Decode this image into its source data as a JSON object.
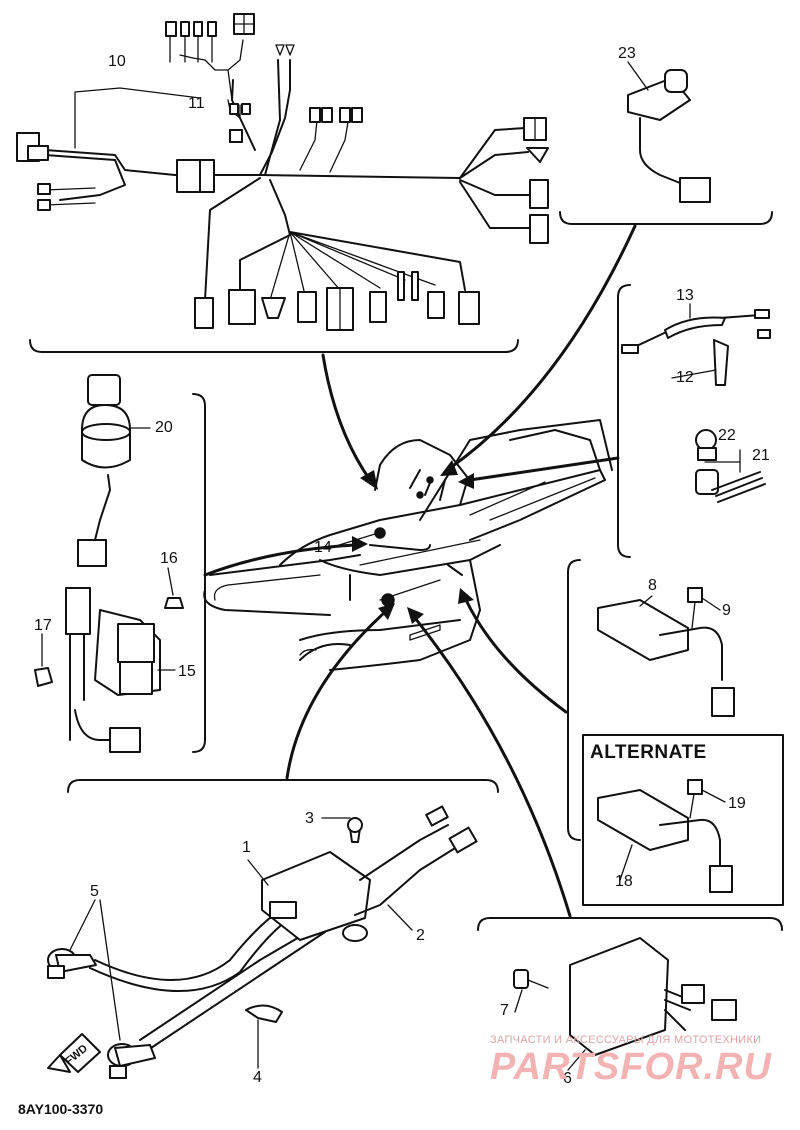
{
  "diagram": {
    "code": "8AY100-3370",
    "alternate_title": "ALTERNATE",
    "fwd_label": "FWD",
    "callouts": [
      "1",
      "2",
      "3",
      "4",
      "5",
      "6",
      "7",
      "8",
      "9",
      "10",
      "11",
      "12",
      "13",
      "14",
      "15",
      "16",
      "17",
      "18",
      "19",
      "20",
      "21",
      "22",
      "23"
    ]
  },
  "watermark": {
    "line": "ЗАПЧАСТИ И АКСЕССУАРЫ ДЛЯ МОТОТЕХНИКИ",
    "brand": "PARTSFOR.RU"
  }
}
